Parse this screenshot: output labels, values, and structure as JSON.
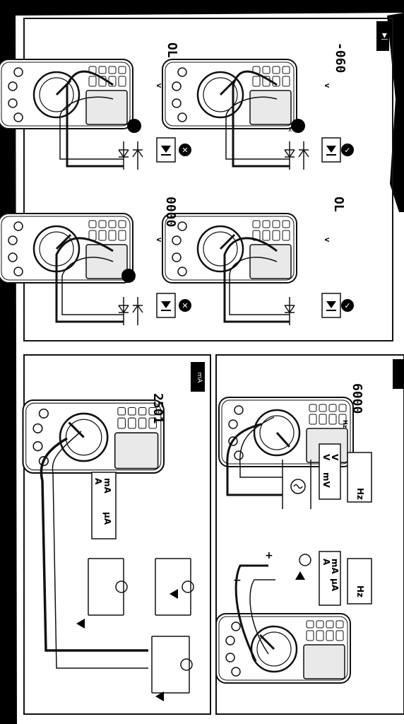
{
  "colors": {
    "ink": "#111111",
    "paper": "#ffffff",
    "lcd_bg": "#e9e9e9",
    "status_ok": "#000000",
    "status_bad": "#000000"
  },
  "panels": {
    "diode_test": {
      "tests": [
        {
          "reading": "OL",
          "unit": "V",
          "status_icon": "x-icon",
          "probe_icon": "diode-symbol-icon"
        },
        {
          "reading": "-060",
          "unit": "V",
          "status_icon": "check-icon",
          "probe_icon": "diode-symbol-icon"
        },
        {
          "reading": "0000",
          "unit": "V",
          "status_icon": "x-icon",
          "probe_icon": "diode-symbol-icon"
        },
        {
          "reading": "OL",
          "unit": "V",
          "status_icon": "check-icon",
          "probe_icon": "diode-symbol-icon"
        }
      ],
      "side_tab": "diode-tab-icon"
    },
    "current_measure": {
      "reading": "2501",
      "function_labels": {
        "ma": "mA",
        "a": "A",
        "ua": "µA"
      },
      "side_tab": "ma-tab-icon"
    },
    "frequency_voltage": {
      "reading": "6000",
      "unit": "Hz",
      "function_labels": {
        "v_ac": "V",
        "v_dc": "V",
        "mv": "mV"
      },
      "hz_label": "Hz"
    },
    "frequency_current": {
      "function_labels": {
        "ma": "mA",
        "a": "A",
        "ua": "µA"
      },
      "hz_label": "Hz",
      "plus": "+",
      "minus": "−"
    }
  }
}
